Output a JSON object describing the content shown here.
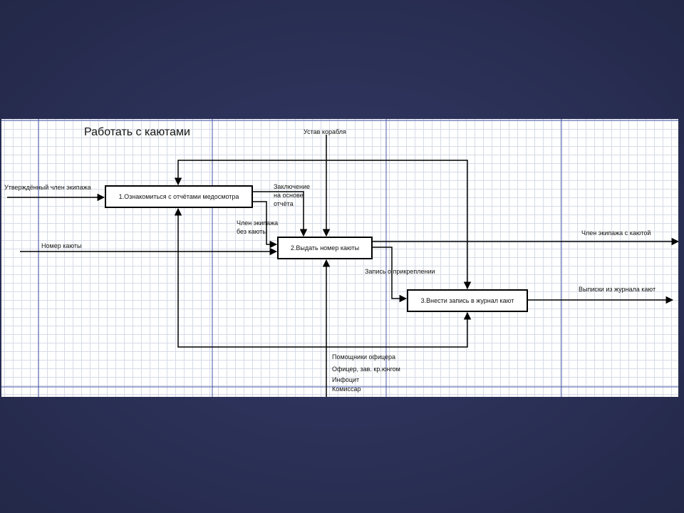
{
  "title": "Работать с каютами",
  "boxes": [
    {
      "id": "box-1",
      "label": "1.Ознакомиться с отчётами медосмотра"
    },
    {
      "id": "box-2",
      "label": "2.Выдать номер каюты"
    },
    {
      "id": "box-3",
      "label": "3.Внести запись в журнал кают"
    }
  ],
  "labels": {
    "ustav": "Устав корабля",
    "utverzhdenny": "Утверждённый член экипажа",
    "zaklyuchenie_1": "Заключение",
    "zaklyuchenie_2": "на основе",
    "zaklyuchenie_3": "отчёта",
    "chlen_bez_1": "Член экипажа",
    "chlen_bez_2": "без каюты",
    "nomer_kayuty": "Номер каюты",
    "chlen_s_kayutoi": "Член экипажа с каютой",
    "zapis": "Запись о прикреплении",
    "vypiski": "Выписки из журнала кают",
    "mech_1": "Помощники офицера",
    "mech_2": "Офицер, зав. кр.юнгом",
    "mech_3": "Инфоцит",
    "mech_4": "Комиссар"
  },
  "colors": {
    "slide_background": "#2c3259",
    "grid_major": "#4a5aa8",
    "line": "#000000"
  }
}
